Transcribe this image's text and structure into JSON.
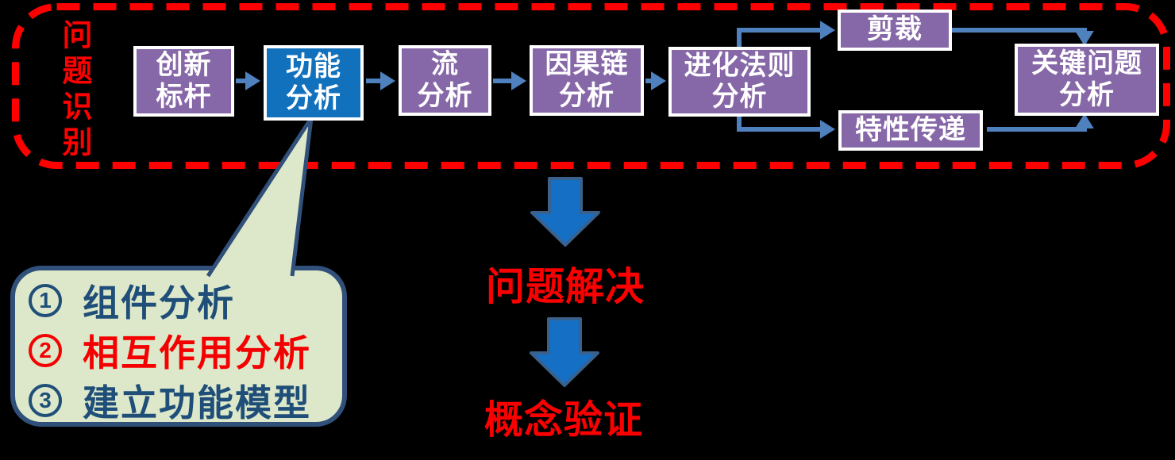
{
  "region_label": "问题识别",
  "stages": [
    {
      "name": "innovation-benchmark",
      "lines": [
        "创新",
        "标杆"
      ]
    },
    {
      "name": "function-analysis",
      "lines": [
        "功能",
        "分析"
      ]
    },
    {
      "name": "flow-analysis",
      "lines": [
        "流",
        "分析"
      ]
    },
    {
      "name": "causal-chain-analysis",
      "lines": [
        "因果链",
        "分析"
      ]
    },
    {
      "name": "evolution-law-analysis",
      "lines": [
        "进化法则",
        "分析"
      ]
    },
    {
      "name": "trimming",
      "lines": [
        "剪裁"
      ]
    },
    {
      "name": "feature-transfer",
      "lines": [
        "特性传递"
      ]
    },
    {
      "name": "key-problem-analysis",
      "lines": [
        "关键问题",
        "分析"
      ]
    }
  ],
  "callout": {
    "items": [
      {
        "number": "1",
        "label": "组件分析"
      },
      {
        "number": "2",
        "label": "相互作用分析"
      },
      {
        "number": "3",
        "label": "建立功能模型"
      }
    ]
  },
  "flow": {
    "problem_solving": "问题解决",
    "concept_verification": "概念验证"
  },
  "colors": {
    "background": "#000000",
    "box_purple": "#8667A7",
    "box_blue": "#1271BD",
    "box_border": "#FFFFFF",
    "connector_blue": "#4E81BD",
    "big_arrow_fill": "#156FC4",
    "big_arrow_stroke": "#3A608C",
    "dashed_boundary_red": "#FE0000",
    "red_text": "#FA0000",
    "callout_fill": "#DCE8C9",
    "callout_border": "#30507A",
    "callout_text_blue": "#1F4E79",
    "callout_text_red": "#F40000"
  }
}
